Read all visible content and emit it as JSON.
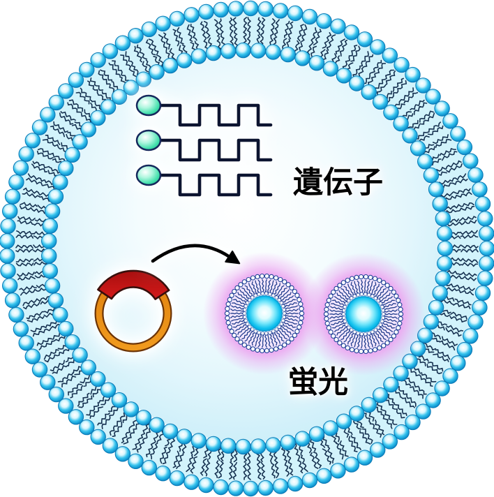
{
  "labels": {
    "gene": "遺伝子",
    "fluorescence": "蛍光"
  },
  "diagram": {
    "type": "scientific-illustration",
    "elements": [
      {
        "name": "giant-liposome-membrane",
        "icon": "lipid-bilayer-circle-icon",
        "count": 1
      },
      {
        "name": "gene-strands",
        "icon": "gene-strand-icon",
        "count": 3
      },
      {
        "name": "plasmid-ring",
        "icon": "plasmid-icon",
        "count": 1
      },
      {
        "name": "insertion-arrow",
        "icon": "curved-arrow-icon",
        "count": 1
      },
      {
        "name": "fluorescent-vesicles",
        "icon": "glowing-vesicle-icon",
        "count": 2
      }
    ]
  },
  "colors": {
    "background": "#ffffff",
    "membrane_bead_edge": "#0a78b4",
    "membrane_bead_mid": "#38c4ee",
    "membrane_bead_deep": "#0f93cf",
    "membrane_band": "#d2f3fb",
    "lipid_tail": "#15304f",
    "interior_center": "#ffffff",
    "interior_mid": "#e2f6fc",
    "interior_edge": "#c0ebf7",
    "gene_head_fill": "#43e0ac",
    "gene_head_deep": "#23bd8d",
    "gene_head_edge": "#16295d",
    "gene_wave": "#0c1430",
    "arrow": "#000000",
    "plasmid_ring": "#e0820f",
    "plasmid_ring_light": "#f09a1e",
    "plasmid_ring_edge": "#6b3305",
    "plasmid_insert_dark": "#a80f0f",
    "plasmid_insert": "#d51a1a",
    "plasmid_insert_edge": "#380f0c",
    "vesicle_glow": "#eca4f0",
    "vesicle_disc": "#efdffb",
    "vesicle_bead": "#ffffff",
    "vesicle_bead_edge": "#1e3f96",
    "vesicle_tail": "#27418f",
    "vesicle_core_edge": "#0c9fd6",
    "vesicle_core": "#12c1ee",
    "vesicle_core_center": "#ffffff",
    "label_text": "#000000"
  }
}
